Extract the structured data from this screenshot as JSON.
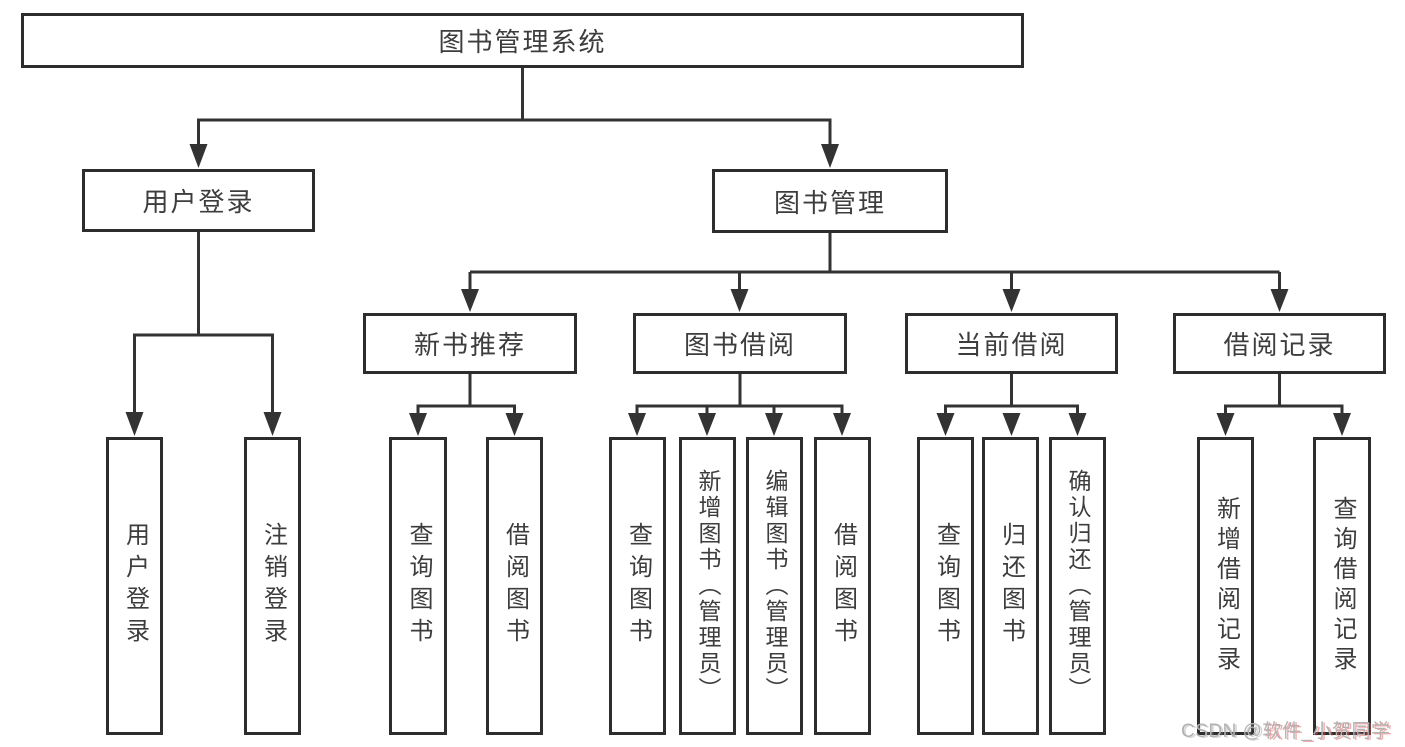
{
  "diagram": {
    "root_label": "图书管理系统",
    "level2": {
      "user_login": "用户登录",
      "book_mgmt": "图书管理"
    },
    "level3": {
      "new_book": "新书推荐",
      "book_borrow": "图书借阅",
      "current_borrow": "当前借阅",
      "borrow_record": "借阅记录"
    },
    "leaves": {
      "user_login_leaf": "用户登录",
      "logout": "注销登录",
      "nb_query": "查询图书",
      "nb_borrow": "借阅图书",
      "bb_query": "查询图书",
      "bb_add": "新增图书（管理员）",
      "bb_edit": "编辑图书（管理员）",
      "bb_borrow": "借阅图书",
      "cb_query": "查询图书",
      "cb_return": "归还图书",
      "cb_confirm": "确认归还（管理员）",
      "br_add": "新增借阅记录",
      "br_query": "查询借阅记录"
    }
  },
  "watermark": {
    "prefix": "CSDN @",
    "author": "软件_小贺同学"
  },
  "colors": {
    "line": "#333333",
    "box_border": "#2d2d2d",
    "text": "#3d3d3d",
    "background": "#ffffff",
    "watermark_gray": "#b2b2b2"
  }
}
